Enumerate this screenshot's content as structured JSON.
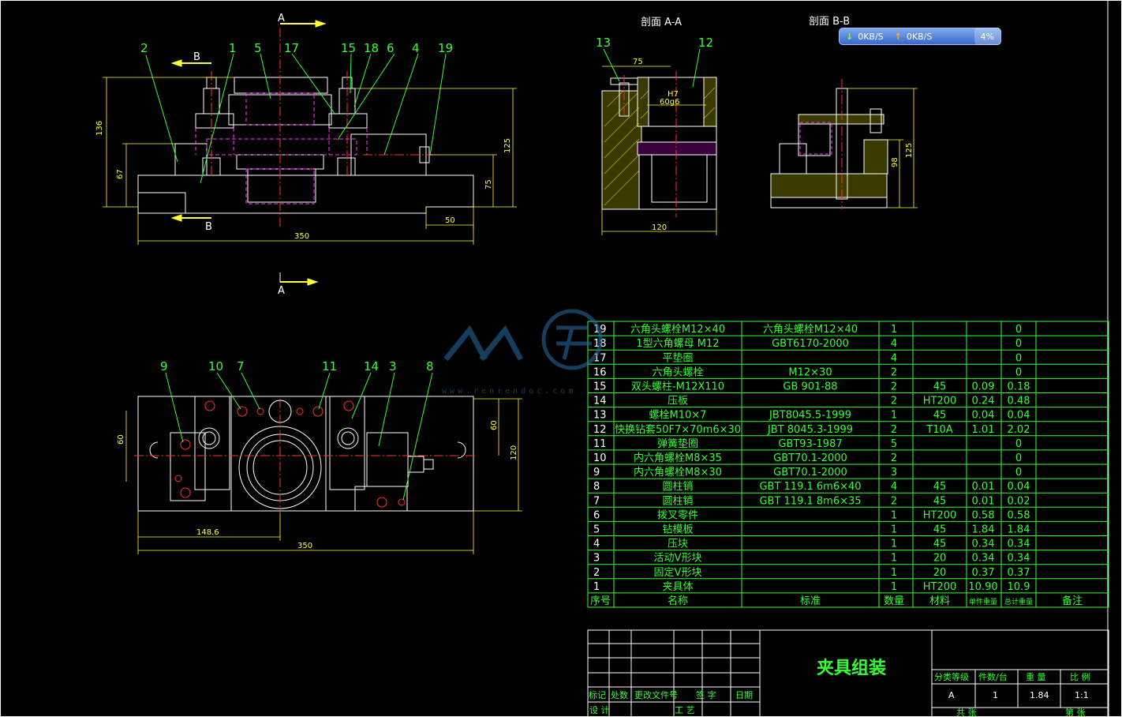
{
  "views": {
    "main": {
      "section_marks": [
        "A",
        "A",
        "B",
        "B"
      ],
      "dims": {
        "d136": "136",
        "d67": "67",
        "d125": "125",
        "d75": "75",
        "d50": "50",
        "d350": "350"
      },
      "callouts": [
        "2",
        "1",
        "5",
        "17",
        "15",
        "18",
        "6",
        "4",
        "19"
      ]
    },
    "section_aa": {
      "title": "剖面 A-A",
      "callouts": [
        "13",
        "12"
      ],
      "dims": {
        "d75": "75",
        "h7": "H7",
        "d60": "60g6",
        "d120": "120"
      }
    },
    "section_bb": {
      "title": "剖面 B-B",
      "dims": {
        "d98": "98",
        "d125": "125"
      }
    },
    "top": {
      "callouts": [
        "9",
        "10",
        "7",
        "11",
        "14",
        "3",
        "8"
      ],
      "dims": {
        "d60l": "60",
        "d60r": "60",
        "d120": "120",
        "d148": "148.6",
        "d350": "350"
      }
    }
  },
  "netbar": {
    "down": "0KB/S",
    "up": "0KB/S",
    "percent": "4%"
  },
  "watermark": {
    "url": "www.renrendoc.com"
  },
  "bom": {
    "rows": [
      {
        "no": "19",
        "name": "六角头螺栓M12×40",
        "std": "六角头螺栓M12×40",
        "qty": "1",
        "mat": "",
        "w1": "",
        "w2": "0"
      },
      {
        "no": "18",
        "name": "1型六角螺母 M12",
        "std": "GBT6170-2000",
        "qty": "4",
        "mat": "",
        "w1": "",
        "w2": "0"
      },
      {
        "no": "17",
        "name": "平垫圈",
        "std": "",
        "qty": "4",
        "mat": "",
        "w1": "",
        "w2": "0"
      },
      {
        "no": "16",
        "name": "六角头螺栓",
        "std": "M12×30",
        "qty": "2",
        "mat": "",
        "w1": "",
        "w2": "0"
      },
      {
        "no": "15",
        "name": "双头螺柱-M12X110",
        "std": "GB 901-88",
        "qty": "2",
        "mat": "45",
        "w1": "0.09",
        "w2": "0.18"
      },
      {
        "no": "14",
        "name": "压板",
        "std": "",
        "qty": "2",
        "mat": "HT200",
        "w1": "0.24",
        "w2": "0.48"
      },
      {
        "no": "13",
        "name": "螺栓M10×7",
        "std": "JBT8045.5-1999",
        "qty": "1",
        "mat": "45",
        "w1": "0.04",
        "w2": "0.04"
      },
      {
        "no": "12",
        "name": "快换钻套50F7×70m6×30",
        "std": "JBT 8045.3-1999",
        "qty": "2",
        "mat": "T10A",
        "w1": "1.01",
        "w2": "2.02"
      },
      {
        "no": "11",
        "name": "弹簧垫圈",
        "std": "GBT93-1987",
        "qty": "5",
        "mat": "",
        "w1": "",
        "w2": "0"
      },
      {
        "no": "10",
        "name": "内六角螺栓M8×35",
        "std": "GBT70.1-2000",
        "qty": "2",
        "mat": "",
        "w1": "",
        "w2": "0"
      },
      {
        "no": "9",
        "name": "内六角螺栓M8×30",
        "std": "GBT70.1-2000",
        "qty": "3",
        "mat": "",
        "w1": "",
        "w2": "0"
      },
      {
        "no": "8",
        "name": "圆柱销",
        "std": "GBT 119.1 6m6×40",
        "qty": "4",
        "mat": "45",
        "w1": "0.01",
        "w2": "0.04"
      },
      {
        "no": "7",
        "name": "圆柱销",
        "std": "GBT 119.1 8m6×35",
        "qty": "2",
        "mat": "45",
        "w1": "0.01",
        "w2": "0.02"
      },
      {
        "no": "6",
        "name": "拨叉零件",
        "std": "",
        "qty": "1",
        "mat": "HT200",
        "w1": "0.58",
        "w2": "0.58"
      },
      {
        "no": "5",
        "name": "钻模板",
        "std": "",
        "qty": "1",
        "mat": "45",
        "w1": "1.84",
        "w2": "1.84"
      },
      {
        "no": "4",
        "name": "压块",
        "std": "",
        "qty": "1",
        "mat": "45",
        "w1": "0.34",
        "w2": "0.34"
      },
      {
        "no": "3",
        "name": "活动V形块",
        "std": "",
        "qty": "1",
        "mat": "20",
        "w1": "0.34",
        "w2": "0.34"
      },
      {
        "no": "2",
        "name": "固定V形块",
        "std": "",
        "qty": "1",
        "mat": "20",
        "w1": "0.37",
        "w2": "0.37"
      },
      {
        "no": "1",
        "name": "夹具体",
        "std": "",
        "qty": "1",
        "mat": "HT200",
        "w1": "10.90",
        "w2": "10.9"
      }
    ],
    "header": {
      "no": "序号",
      "name": "名称",
      "std": "标准",
      "qty": "数量",
      "mat": "材料",
      "w1": "单件重量",
      "w2": "总计重量",
      "note": "备注"
    }
  },
  "titleblock": {
    "title": "夹具组装",
    "labels": {
      "mark": "标记",
      "place": "处数",
      "doc": "更改文件号",
      "sign": "签 字",
      "date": "日期",
      "design": "设 计",
      "craft": "工 艺"
    },
    "info_headers": [
      "分类等级",
      "件数/台",
      "重 量",
      "比 例"
    ],
    "info_values": [
      "A",
      "1",
      "1.84",
      "1:1"
    ],
    "bottom": [
      "共    张",
      "第    张"
    ]
  }
}
